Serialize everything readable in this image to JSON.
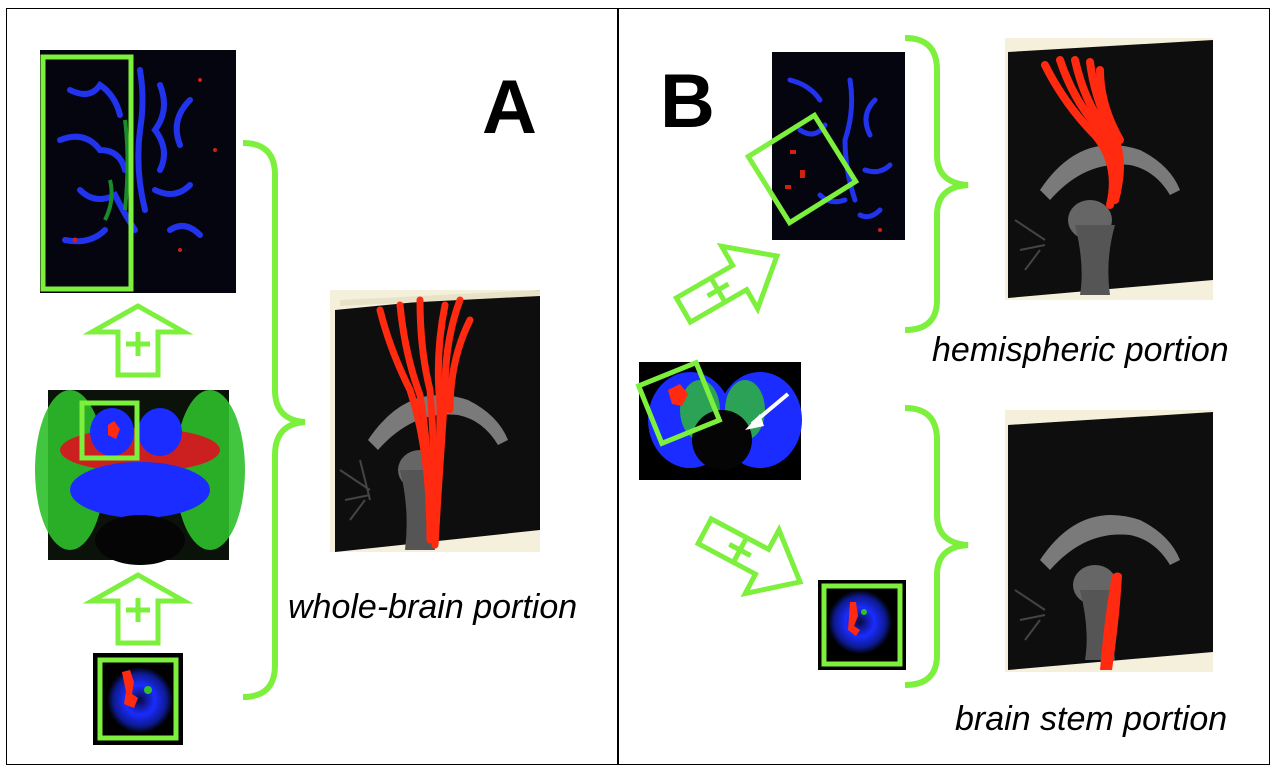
{
  "panels": {
    "a": {
      "letter": "A",
      "caption": "whole-brain portion"
    },
    "b": {
      "letter": "B",
      "caption_top": "hemispheric portion",
      "caption_bottom": "brain stem portion"
    }
  },
  "colors": {
    "roi_green": "#7cf03c",
    "fiber_red": "#ff2a10",
    "dti_blue": "#1a2cff",
    "dti_green": "#2fd02a",
    "arrow_white": "#ffffff",
    "brain_gray": "#8a8a8a"
  },
  "symbols": {
    "plus": "+"
  }
}
